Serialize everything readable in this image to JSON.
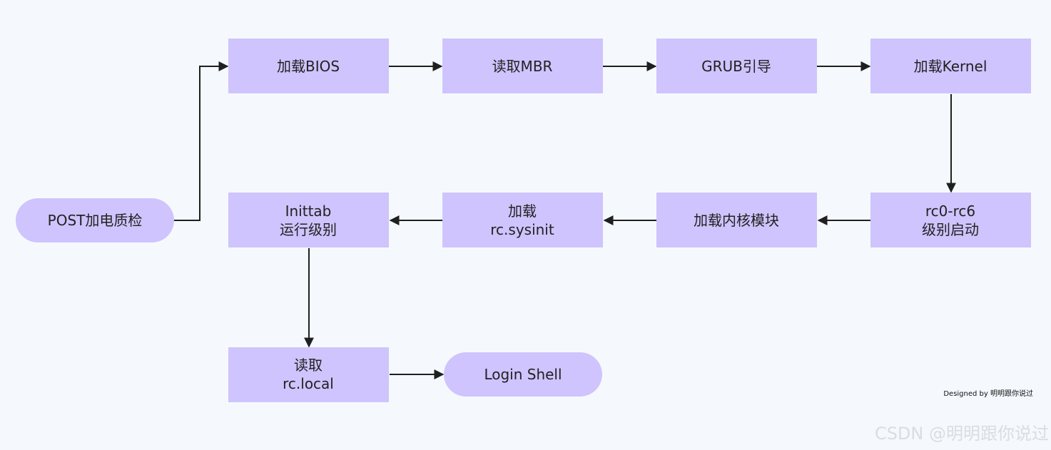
{
  "colors": {
    "node_fill": "#cfc4fd",
    "edge": "#1f1f1f",
    "background": "#f5f9fd"
  },
  "nodes": {
    "post": {
      "lines": [
        "POST加电质检"
      ]
    },
    "bios": {
      "lines": [
        "加载BIOS"
      ]
    },
    "mbr": {
      "lines": [
        "读取MBR"
      ]
    },
    "grub": {
      "lines": [
        "GRUB引导"
      ]
    },
    "kernel": {
      "lines": [
        "加载Kernel"
      ]
    },
    "rc06": {
      "lines": [
        "rc0-rc6",
        "级别启动"
      ]
    },
    "modules": {
      "lines": [
        "加载内核模块"
      ]
    },
    "sysinit": {
      "lines": [
        "加载",
        "rc.sysinit"
      ]
    },
    "inittab": {
      "lines": [
        "Inittab",
        "运行级别"
      ]
    },
    "rclocal": {
      "lines": [
        "读取",
        "rc.local"
      ]
    },
    "login": {
      "lines": [
        "Login Shell"
      ]
    }
  },
  "footer": {
    "credit": "Designed by 明明跟你说过",
    "watermark": "CSDN @明明跟你说过"
  }
}
